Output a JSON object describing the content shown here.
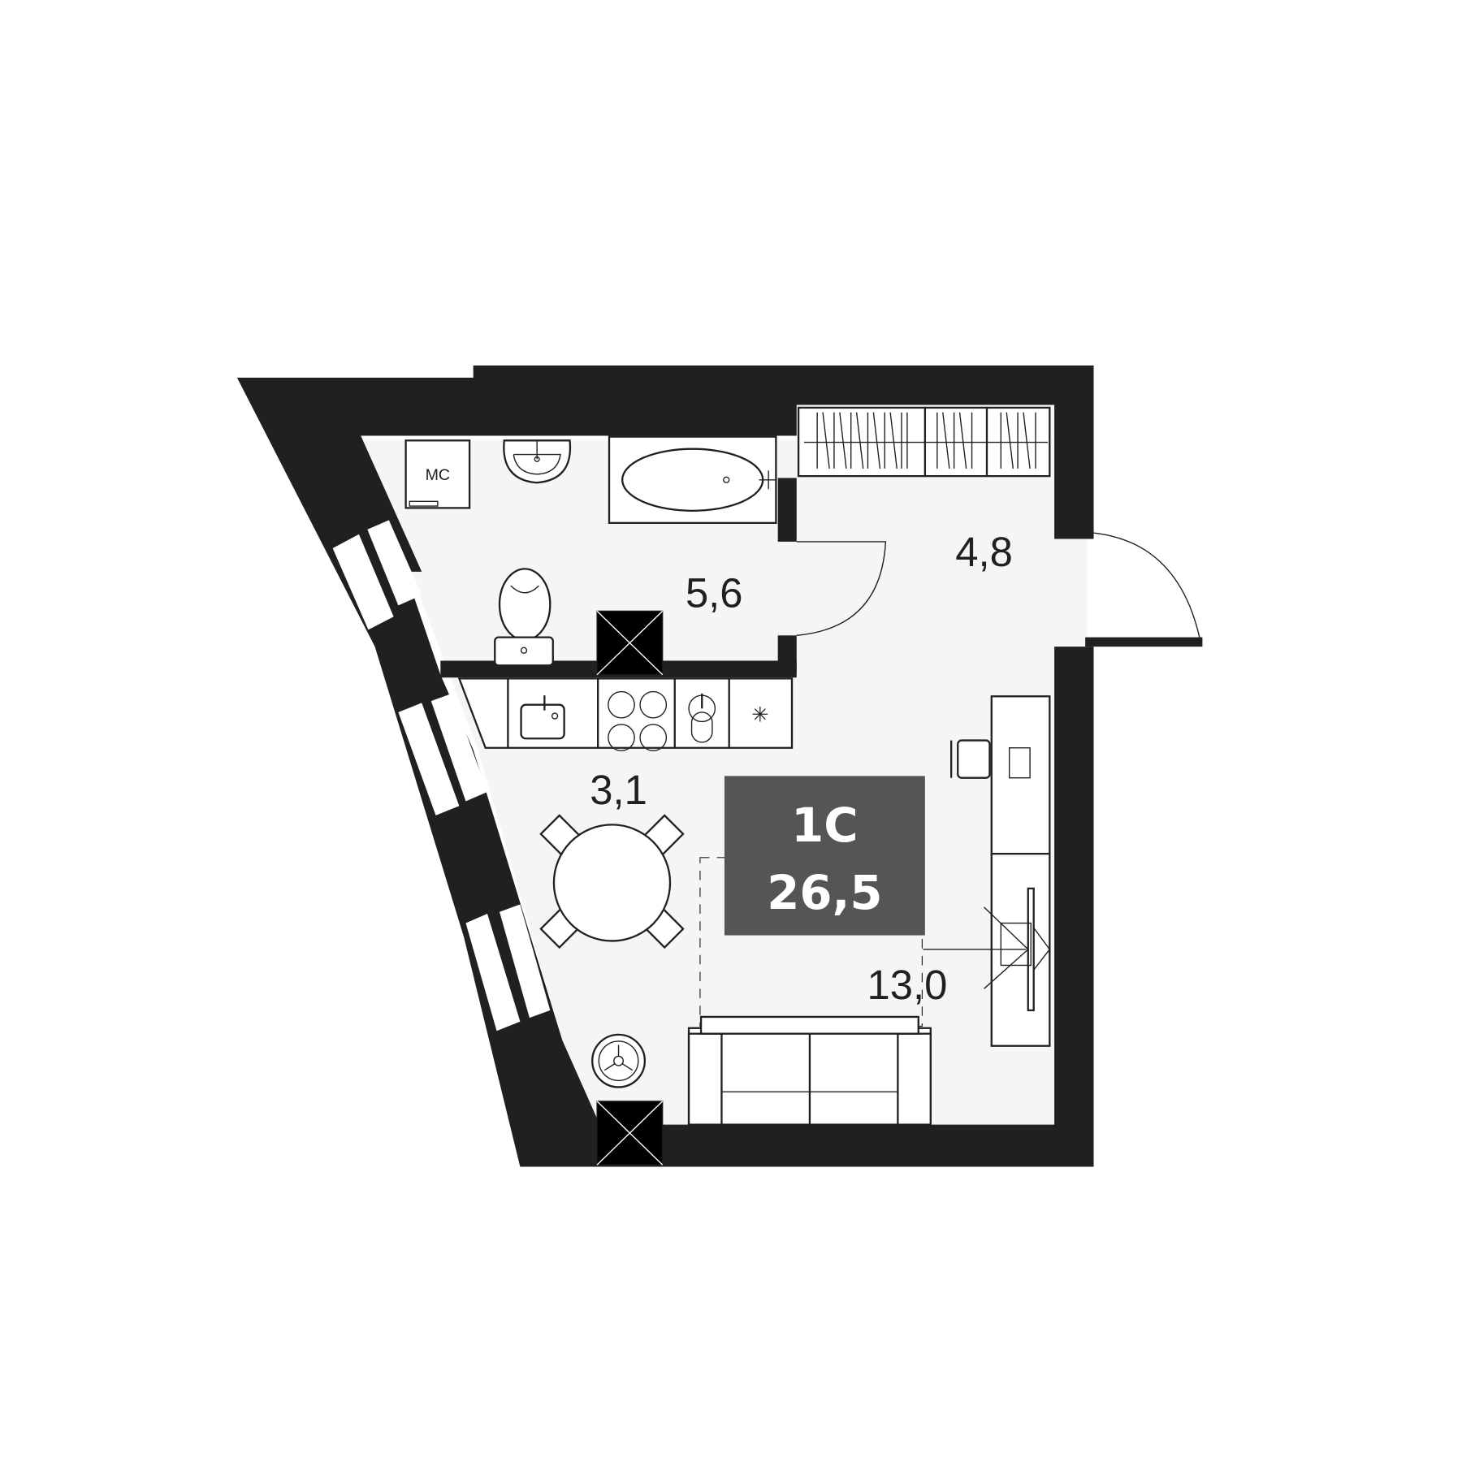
{
  "plan": {
    "type": "apartment floor plan",
    "unit": {
      "code": "1C",
      "total_area": "26,5"
    },
    "rooms": [
      {
        "name": "bathroom",
        "area": "5,6"
      },
      {
        "name": "hallway",
        "area": "4,8"
      },
      {
        "name": "kitchen",
        "area": "3,1"
      },
      {
        "name": "living-room",
        "area": "13,0"
      }
    ],
    "fixture_labels": {
      "washing_machine": "МС"
    },
    "colors": {
      "wall": "#202020",
      "floor": "#f5f5f5",
      "badge": "#555555",
      "badge_text": "#ffffff"
    }
  }
}
